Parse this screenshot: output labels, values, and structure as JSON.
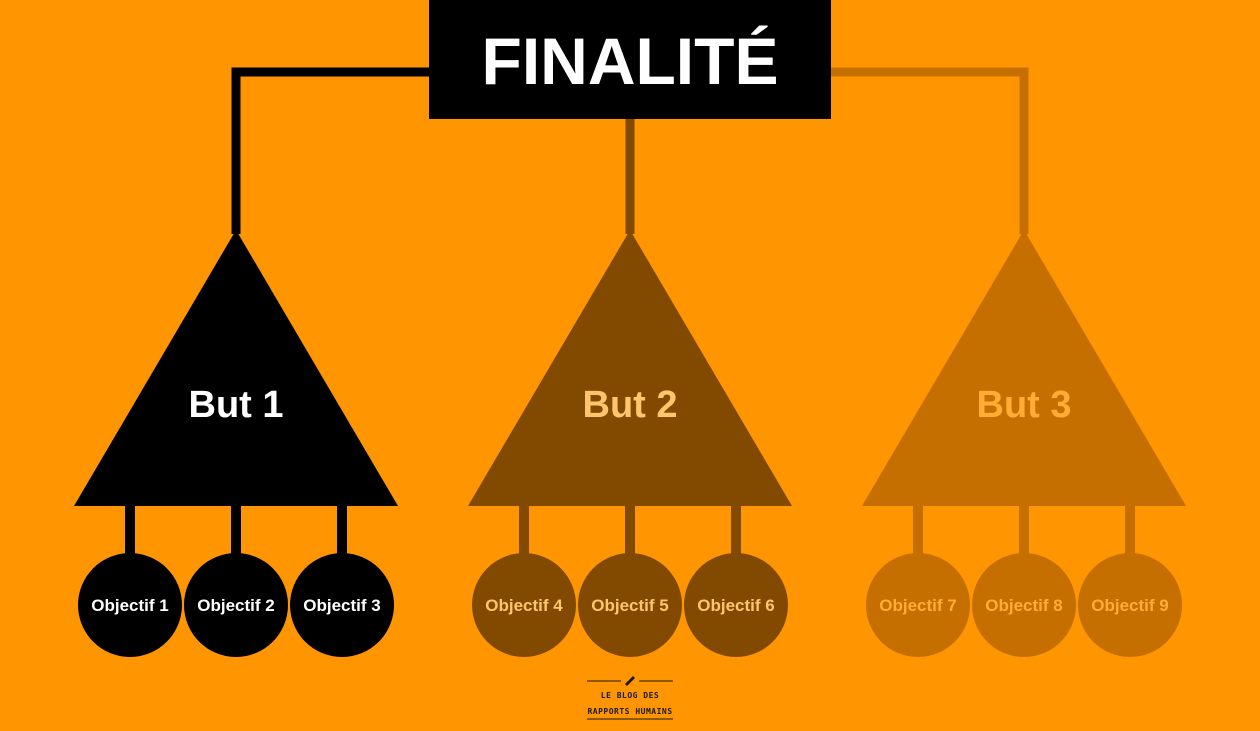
{
  "title": "FINALITÉ",
  "goals": [
    {
      "label": "But 1",
      "fill": "#000000",
      "text_color": "#ffffff",
      "objectives": [
        "Objectif 1",
        "Objectif 2",
        "Objectif 3"
      ]
    },
    {
      "label": "But 2",
      "fill": "#824a00",
      "text_color": "#ffc56b",
      "objectives": [
        "Objectif 4",
        "Objectif 5",
        "Objectif 6"
      ]
    },
    {
      "label": "But 3",
      "fill": "#c46f00",
      "text_color": "#ffad33",
      "objectives": [
        "Objectif 7",
        "Objectif 8",
        "Objectif 9"
      ]
    }
  ],
  "logo": {
    "line1": "LE BLOG DES",
    "line2": "RAPPORTS HUMAINS"
  },
  "colors": {
    "background": "#ff9500",
    "title_box": "#000000",
    "title_text": "#ffffff"
  }
}
